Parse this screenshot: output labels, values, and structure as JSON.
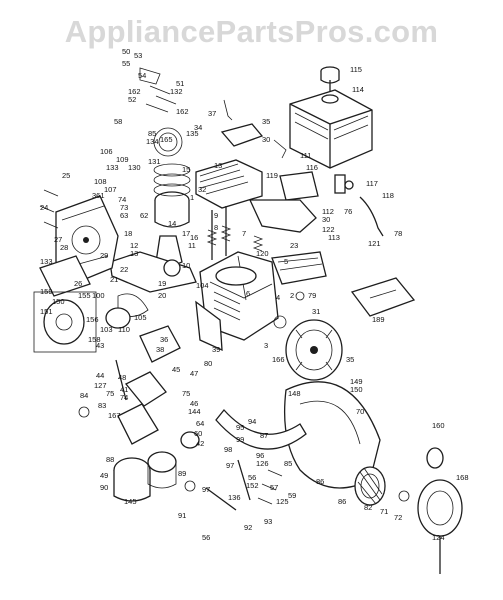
{
  "watermark": "AppliancePartsPros.com",
  "colors": {
    "ink": "#1e1e1e",
    "watermark": "#d8d8d8",
    "paper": "#ffffff"
  },
  "labels": [
    {
      "t": "50"
    },
    {
      "t": "55"
    },
    {
      "t": "51"
    },
    {
      "t": "162"
    },
    {
      "t": "132"
    },
    {
      "t": "52"
    },
    {
      "t": "58"
    },
    {
      "t": "162"
    },
    {
      "t": "85"
    },
    {
      "t": "165"
    },
    {
      "t": "134"
    },
    {
      "t": "135"
    },
    {
      "t": "37"
    },
    {
      "t": "34"
    },
    {
      "t": "35"
    },
    {
      "t": "30"
    },
    {
      "t": "115"
    },
    {
      "t": "114"
    },
    {
      "t": "106"
    },
    {
      "t": "109"
    },
    {
      "t": "130"
    },
    {
      "t": "131"
    },
    {
      "t": "133"
    },
    {
      "t": "13"
    },
    {
      "t": "111"
    },
    {
      "t": "108"
    },
    {
      "t": "107"
    },
    {
      "t": "25"
    },
    {
      "t": "32"
    },
    {
      "t": "15"
    },
    {
      "t": "117"
    },
    {
      "t": "118"
    },
    {
      "t": "116"
    },
    {
      "t": "119"
    },
    {
      "t": "76"
    },
    {
      "t": "361"
    },
    {
      "t": "74"
    },
    {
      "t": "73"
    },
    {
      "t": "63"
    },
    {
      "t": "24"
    },
    {
      "t": "1"
    },
    {
      "t": "62"
    },
    {
      "t": "14"
    },
    {
      "t": "18"
    },
    {
      "t": "17"
    },
    {
      "t": "9"
    },
    {
      "t": "8"
    },
    {
      "t": "7"
    },
    {
      "t": "112"
    },
    {
      "t": "30"
    },
    {
      "t": "122"
    },
    {
      "t": "113"
    },
    {
      "t": "78"
    },
    {
      "t": "12"
    },
    {
      "t": "13"
    },
    {
      "t": "11"
    },
    {
      "t": "121"
    },
    {
      "t": "23"
    },
    {
      "t": "120"
    },
    {
      "t": "133"
    },
    {
      "t": "22"
    },
    {
      "t": "26"
    },
    {
      "t": "159"
    },
    {
      "t": "155"
    },
    {
      "t": "150"
    },
    {
      "t": "151"
    },
    {
      "t": "156"
    },
    {
      "t": "158"
    },
    {
      "t": "103"
    },
    {
      "t": "110"
    },
    {
      "t": "105"
    },
    {
      "t": "104"
    },
    {
      "t": "2"
    },
    {
      "t": "79"
    },
    {
      "t": "31"
    },
    {
      "t": "189"
    },
    {
      "t": "10"
    },
    {
      "t": "19"
    },
    {
      "t": "20"
    },
    {
      "t": "3"
    },
    {
      "t": "36"
    },
    {
      "t": "38"
    },
    {
      "t": "39"
    },
    {
      "t": "80"
    },
    {
      "t": "48"
    },
    {
      "t": "41"
    },
    {
      "t": "43"
    },
    {
      "t": "44"
    },
    {
      "t": "127"
    },
    {
      "t": "75"
    },
    {
      "t": "83"
    },
    {
      "t": "167"
    },
    {
      "t": "74"
    },
    {
      "t": "75"
    },
    {
      "t": "166"
    },
    {
      "t": "35"
    },
    {
      "t": "149"
    },
    {
      "t": "150"
    },
    {
      "t": "148"
    },
    {
      "t": "70"
    },
    {
      "t": "144"
    },
    {
      "t": "64"
    },
    {
      "t": "60"
    },
    {
      "t": "42"
    },
    {
      "t": "98"
    },
    {
      "t": "96"
    },
    {
      "t": "97"
    },
    {
      "t": "126"
    },
    {
      "t": "85"
    },
    {
      "t": "59"
    },
    {
      "t": "160"
    },
    {
      "t": "168"
    },
    {
      "t": "88"
    },
    {
      "t": "89"
    },
    {
      "t": "49"
    },
    {
      "t": "90"
    },
    {
      "t": "145"
    },
    {
      "t": "97"
    },
    {
      "t": "56"
    },
    {
      "t": "125"
    },
    {
      "t": "86"
    },
    {
      "t": "82"
    },
    {
      "t": "71"
    },
    {
      "t": "72"
    },
    {
      "t": "124"
    },
    {
      "t": "91"
    },
    {
      "t": "56"
    },
    {
      "t": "93"
    },
    {
      "t": "92"
    },
    {
      "t": "136"
    },
    {
      "t": "5"
    },
    {
      "t": "6"
    },
    {
      "t": "4"
    },
    {
      "t": "16"
    },
    {
      "t": "86"
    },
    {
      "t": "99"
    },
    {
      "t": "53"
    },
    {
      "t": "54"
    },
    {
      "t": "45"
    },
    {
      "t": "47"
    },
    {
      "t": "46"
    },
    {
      "t": "100"
    },
    {
      "t": "27"
    },
    {
      "t": "28"
    },
    {
      "t": "21"
    },
    {
      "t": "29"
    },
    {
      "t": "84"
    },
    {
      "t": "152"
    },
    {
      "t": "87"
    },
    {
      "t": "94"
    },
    {
      "t": "95"
    },
    {
      "t": "57"
    }
  ]
}
